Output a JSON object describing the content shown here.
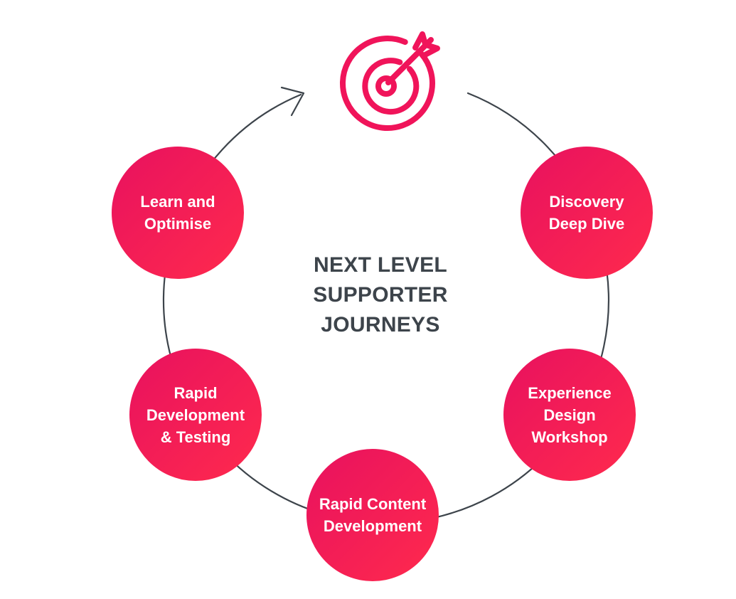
{
  "center_title": {
    "line1": "NEXT LEVEL",
    "line2": "SUPPORTER",
    "line3": "JOURNEYS"
  },
  "stages": {
    "discovery": {
      "line1": "Discovery",
      "line2": "Deep Dive"
    },
    "experience": {
      "line1": "Experience",
      "line2": "Design",
      "line3": "Workshop"
    },
    "content": {
      "line1": "Rapid Content",
      "line2": "Development"
    },
    "rapid_dev": {
      "line1": "Rapid",
      "line2": "Development",
      "line3": "& Testing"
    },
    "learn": {
      "line1": "Learn and",
      "line2": "Optimise"
    }
  },
  "colors": {
    "accent": "#f0145a",
    "accent_light": "#ff2a4d",
    "title": "#3d444b",
    "cycle_line": "#3d444b"
  },
  "icons": {
    "goal": "target-arrow-icon",
    "flow": "cycle-arrow-icon"
  }
}
